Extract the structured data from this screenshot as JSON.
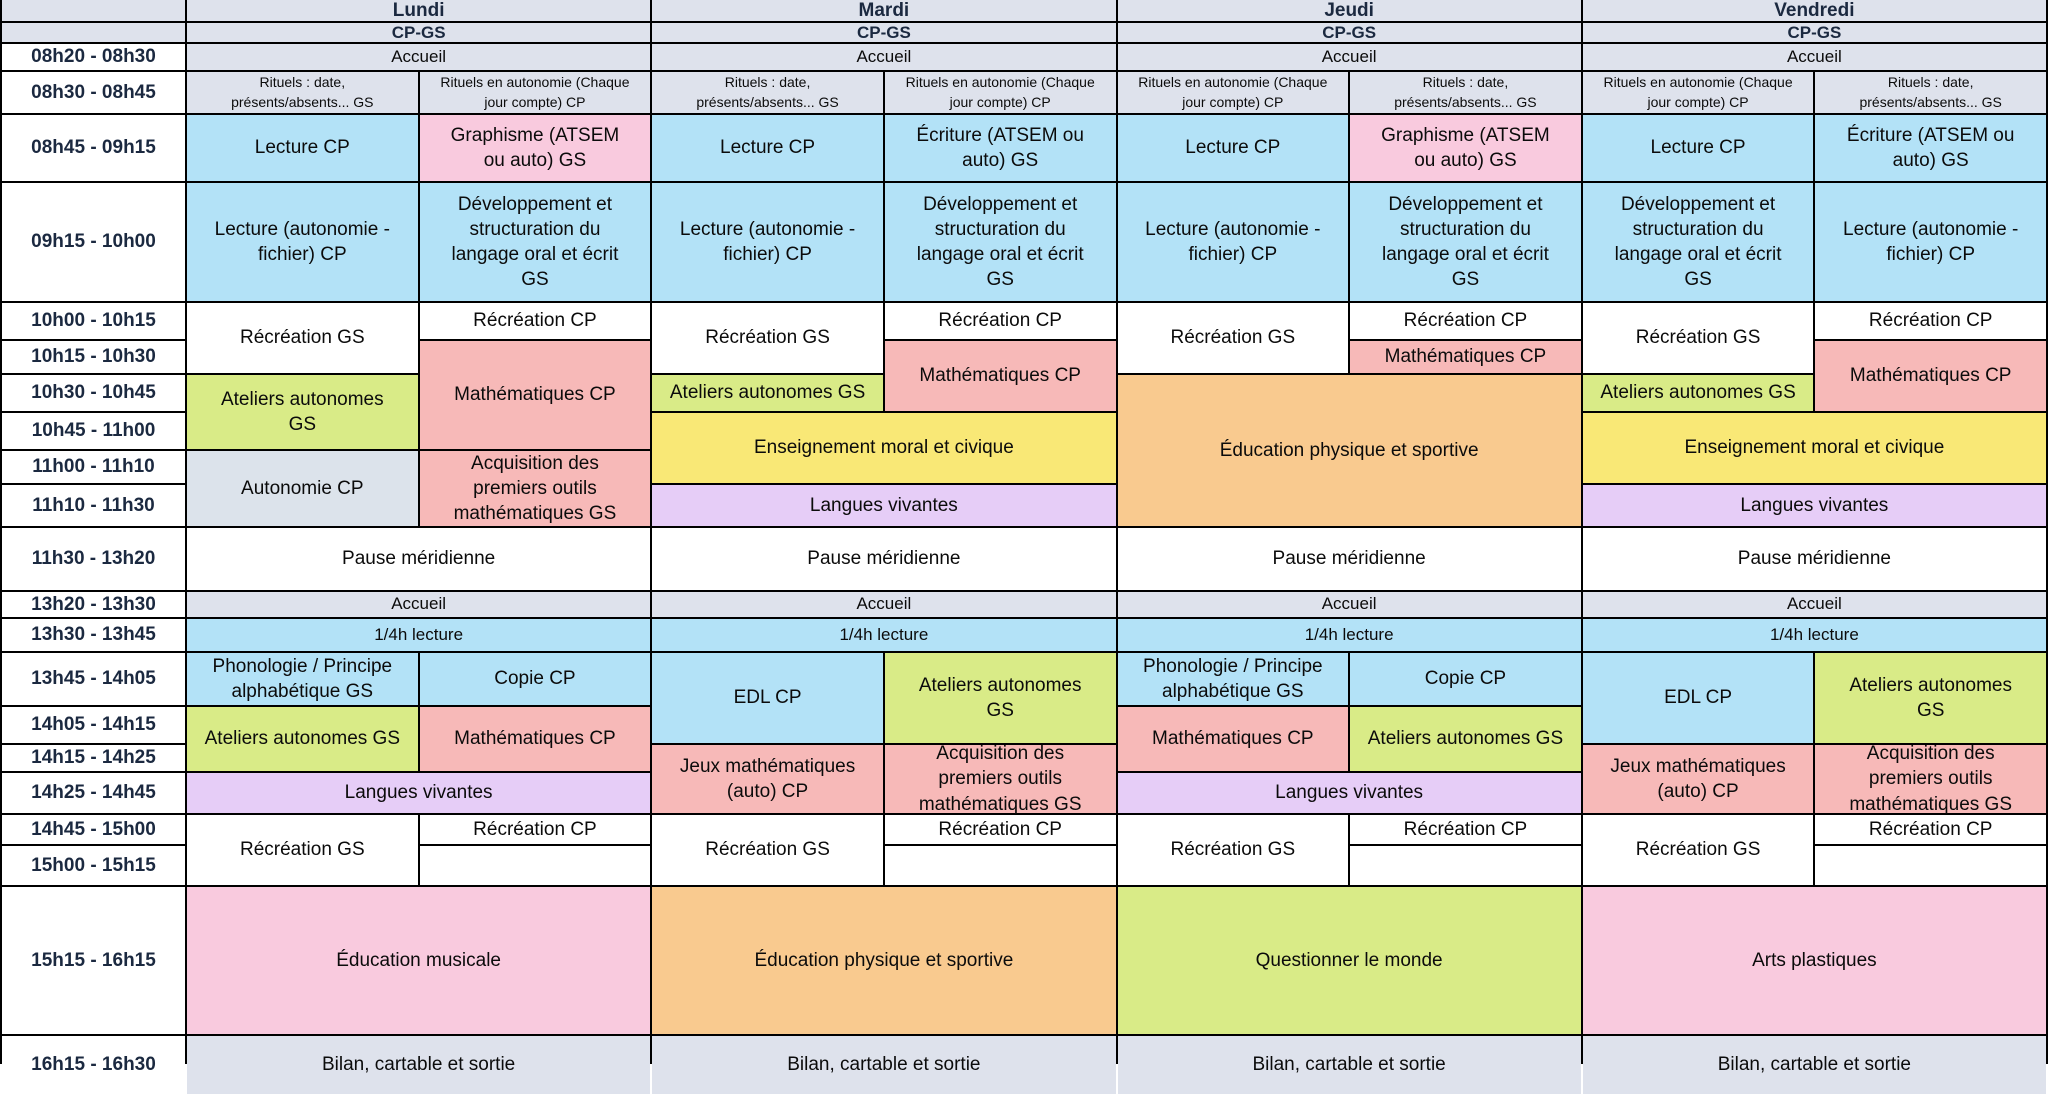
{
  "palette": {
    "blue": "#b3e2f7",
    "pink": "#f9cade",
    "salmon": "#f7b9b8",
    "green": "#d9eb87",
    "yellow": "#f9e876",
    "purple": "#e6cdf7",
    "orange": "#f9ca8f",
    "gray": "#dee2ec",
    "grayblue": "#dce3eb",
    "white": "#ffffff"
  },
  "text_colors": {
    "heading": "#1b2940",
    "cell": "#0b0b0b",
    "grid_line": "#000000"
  },
  "days": [
    {
      "label": "Lundi",
      "group": "CP-GS"
    },
    {
      "label": "Mardi",
      "group": "CP-GS"
    },
    {
      "label": "Jeudi",
      "group": "CP-GS"
    },
    {
      "label": "Vendredi",
      "group": "CP-GS"
    }
  ],
  "time_slots": [
    {
      "label": "08h20 - 08h30"
    },
    {
      "label": "08h30 - 08h45"
    },
    {
      "label": "08h45 - 09h15"
    },
    {
      "label": "09h15 - 10h00"
    },
    {
      "label": "10h00 - 10h15"
    },
    {
      "label": "10h15 - 10h30"
    },
    {
      "label": "10h30 - 10h45"
    },
    {
      "label": "10h45 - 11h00"
    },
    {
      "label": "11h00 - 11h10"
    },
    {
      "label": "11h10 - 11h30"
    },
    {
      "label": "11h30 - 13h20"
    },
    {
      "label": "13h20 - 13h30"
    },
    {
      "label": "13h30 - 13h45"
    },
    {
      "label": "13h45 - 14h05"
    },
    {
      "label": "14h05 - 14h15"
    },
    {
      "label": "14h15 - 14h25"
    },
    {
      "label": "14h25 - 14h45"
    },
    {
      "label": "14h45 - 15h00"
    },
    {
      "label": "15h00 - 15h15"
    },
    {
      "label": "15h15 - 16h15"
    },
    {
      "label": "16h15 - 16h30"
    }
  ],
  "cells": [
    {
      "day": 0,
      "side": "F",
      "row": 3,
      "rowspan": 1,
      "bg": "gray",
      "size": "rg",
      "label": "Accueil"
    },
    {
      "day": 0,
      "side": "L",
      "row": 4,
      "rowspan": 1,
      "bg": "gray",
      "size": "sm",
      "label": "Rituels : date,\nprésents/absents... GS"
    },
    {
      "day": 0,
      "side": "R",
      "row": 4,
      "rowspan": 1,
      "bg": "gray",
      "size": "sm",
      "label": "Rituels en autonomie (Chaque\njour compte) CP"
    },
    {
      "day": 0,
      "side": "L",
      "row": 5,
      "rowspan": 1,
      "bg": "blue",
      "size": "md",
      "label": "Lecture CP"
    },
    {
      "day": 0,
      "side": "R",
      "row": 5,
      "rowspan": 1,
      "bg": "pink",
      "size": "md",
      "label": "Graphisme (ATSEM\nou auto) GS"
    },
    {
      "day": 0,
      "side": "L",
      "row": 6,
      "rowspan": 1,
      "bg": "blue",
      "size": "md",
      "label": "Lecture (autonomie -\nfichier) CP"
    },
    {
      "day": 0,
      "side": "R",
      "row": 6,
      "rowspan": 1,
      "bg": "blue",
      "size": "md",
      "label": "Développement et\nstructuration du\nlangage oral et écrit\nGS"
    },
    {
      "day": 0,
      "side": "L",
      "row": 7,
      "rowspan": 2,
      "bg": "white",
      "size": "md",
      "label": "Récréation GS"
    },
    {
      "day": 0,
      "side": "R",
      "row": 7,
      "rowspan": 1,
      "bg": "white",
      "size": "md",
      "label": "Récréation CP"
    },
    {
      "day": 0,
      "side": "R",
      "row": 8,
      "rowspan": 3,
      "bg": "salmon",
      "size": "md",
      "label": "Mathématiques CP"
    },
    {
      "day": 0,
      "side": "L",
      "row": 9,
      "rowspan": 2,
      "bg": "green",
      "size": "md",
      "label": "Ateliers autonomes\nGS"
    },
    {
      "day": 0,
      "side": "L",
      "row": 11,
      "rowspan": 2,
      "bg": "grayblue",
      "size": "md",
      "label": "Autonomie CP"
    },
    {
      "day": 0,
      "side": "R",
      "row": 11,
      "rowspan": 2,
      "bg": "salmon",
      "size": "md",
      "label": "Acquisition des\npremiers outils\nmathématiques GS"
    },
    {
      "day": 0,
      "side": "F",
      "row": 13,
      "rowspan": 1,
      "bg": "white",
      "size": "md",
      "label": "Pause méridienne"
    },
    {
      "day": 0,
      "side": "F",
      "row": 14,
      "rowspan": 1,
      "bg": "gray",
      "size": "rg",
      "label": "Accueil"
    },
    {
      "day": 0,
      "side": "F",
      "row": 15,
      "rowspan": 1,
      "bg": "blue",
      "size": "rg",
      "label": "1/4h lecture"
    },
    {
      "day": 0,
      "side": "L",
      "row": 16,
      "rowspan": 1,
      "bg": "blue",
      "size": "md",
      "label": "Phonologie / Principe\nalphabétique GS"
    },
    {
      "day": 0,
      "side": "R",
      "row": 16,
      "rowspan": 1,
      "bg": "blue",
      "size": "md",
      "label": "Copie CP"
    },
    {
      "day": 0,
      "side": "L",
      "row": 17,
      "rowspan": 2,
      "bg": "green",
      "size": "md",
      "label": "Ateliers autonomes GS"
    },
    {
      "day": 0,
      "side": "R",
      "row": 17,
      "rowspan": 2,
      "bg": "salmon",
      "size": "md",
      "label": "Mathématiques CP"
    },
    {
      "day": 0,
      "side": "F",
      "row": 19,
      "rowspan": 1,
      "bg": "purple",
      "size": "md",
      "label": "Langues vivantes"
    },
    {
      "day": 0,
      "side": "L",
      "row": 20,
      "rowspan": 2,
      "bg": "white",
      "size": "md",
      "label": "Récréation GS"
    },
    {
      "day": 0,
      "side": "R",
      "row": 20,
      "rowspan": 1,
      "bg": "white",
      "size": "md",
      "label": "Récréation CP"
    },
    {
      "day": 0,
      "side": "R",
      "row": 21,
      "rowspan": 1,
      "bg": "white",
      "size": "md",
      "label": ""
    },
    {
      "day": 0,
      "side": "F",
      "row": 22,
      "rowspan": 1,
      "bg": "pink",
      "size": "md",
      "label": "Éducation musicale"
    },
    {
      "day": 0,
      "side": "F",
      "row": 23,
      "rowspan": 1,
      "bg": "gray",
      "size": "md",
      "label": "Bilan, cartable et sortie"
    },
    {
      "day": 1,
      "side": "F",
      "row": 3,
      "rowspan": 1,
      "bg": "gray",
      "size": "rg",
      "label": "Accueil"
    },
    {
      "day": 1,
      "side": "L",
      "row": 4,
      "rowspan": 1,
      "bg": "gray",
      "size": "sm",
      "label": "Rituels : date,\nprésents/absents... GS"
    },
    {
      "day": 1,
      "side": "R",
      "row": 4,
      "rowspan": 1,
      "bg": "gray",
      "size": "sm",
      "label": "Rituels en autonomie (Chaque\njour compte) CP"
    },
    {
      "day": 1,
      "side": "L",
      "row": 5,
      "rowspan": 1,
      "bg": "blue",
      "size": "md",
      "label": "Lecture CP"
    },
    {
      "day": 1,
      "side": "R",
      "row": 5,
      "rowspan": 1,
      "bg": "blue",
      "size": "md",
      "label": "Écriture (ATSEM ou\nauto) GS"
    },
    {
      "day": 1,
      "side": "L",
      "row": 6,
      "rowspan": 1,
      "bg": "blue",
      "size": "md",
      "label": "Lecture (autonomie -\nfichier) CP"
    },
    {
      "day": 1,
      "side": "R",
      "row": 6,
      "rowspan": 1,
      "bg": "blue",
      "size": "md",
      "label": "Développement et\nstructuration du\nlangage oral et écrit\nGS"
    },
    {
      "day": 1,
      "side": "L",
      "row": 7,
      "rowspan": 2,
      "bg": "white",
      "size": "md",
      "label": "Récréation GS"
    },
    {
      "day": 1,
      "side": "R",
      "row": 7,
      "rowspan": 1,
      "bg": "white",
      "size": "md",
      "label": "Récréation CP"
    },
    {
      "day": 1,
      "side": "R",
      "row": 8,
      "rowspan": 2,
      "bg": "salmon",
      "size": "md",
      "label": "Mathématiques CP"
    },
    {
      "day": 1,
      "side": "L",
      "row": 9,
      "rowspan": 1,
      "bg": "green",
      "size": "md",
      "label": "Ateliers autonomes GS"
    },
    {
      "day": 1,
      "side": "F",
      "row": 10,
      "rowspan": 2,
      "bg": "yellow",
      "size": "md",
      "label": "Enseignement moral et civique"
    },
    {
      "day": 1,
      "side": "F",
      "row": 12,
      "rowspan": 1,
      "bg": "purple",
      "size": "md",
      "label": "Langues vivantes"
    },
    {
      "day": 1,
      "side": "F",
      "row": 13,
      "rowspan": 1,
      "bg": "white",
      "size": "md",
      "label": "Pause méridienne"
    },
    {
      "day": 1,
      "side": "F",
      "row": 14,
      "rowspan": 1,
      "bg": "gray",
      "size": "rg",
      "label": "Accueil"
    },
    {
      "day": 1,
      "side": "F",
      "row": 15,
      "rowspan": 1,
      "bg": "blue",
      "size": "rg",
      "label": "1/4h lecture"
    },
    {
      "day": 1,
      "side": "L",
      "row": 16,
      "rowspan": 2,
      "bg": "blue",
      "size": "md",
      "label": "EDL CP"
    },
    {
      "day": 1,
      "side": "R",
      "row": 16,
      "rowspan": 2,
      "bg": "green",
      "size": "md",
      "label": "Ateliers autonomes\nGS"
    },
    {
      "day": 1,
      "side": "L",
      "row": 18,
      "rowspan": 2,
      "bg": "salmon",
      "size": "md",
      "label": "Jeux mathématiques\n(auto) CP"
    },
    {
      "day": 1,
      "side": "R",
      "row": 18,
      "rowspan": 2,
      "bg": "salmon",
      "size": "md",
      "label": "Acquisition des\npremiers outils\nmathématiques GS"
    },
    {
      "day": 1,
      "side": "L",
      "row": 20,
      "rowspan": 2,
      "bg": "white",
      "size": "md",
      "label": "Récréation GS"
    },
    {
      "day": 1,
      "side": "R",
      "row": 20,
      "rowspan": 1,
      "bg": "white",
      "size": "md",
      "label": "Récréation CP"
    },
    {
      "day": 1,
      "side": "R",
      "row": 21,
      "rowspan": 1,
      "bg": "white",
      "size": "md",
      "label": ""
    },
    {
      "day": 1,
      "side": "F",
      "row": 22,
      "rowspan": 1,
      "bg": "orange",
      "size": "md",
      "label": "Éducation physique et sportive"
    },
    {
      "day": 1,
      "side": "F",
      "row": 23,
      "rowspan": 1,
      "bg": "gray",
      "size": "md",
      "label": "Bilan, cartable et sortie"
    },
    {
      "day": 2,
      "side": "F",
      "row": 3,
      "rowspan": 1,
      "bg": "gray",
      "size": "rg",
      "label": "Accueil"
    },
    {
      "day": 2,
      "side": "L",
      "row": 4,
      "rowspan": 1,
      "bg": "gray",
      "size": "sm",
      "label": "Rituels en autonomie (Chaque\njour compte) CP"
    },
    {
      "day": 2,
      "side": "R",
      "row": 4,
      "rowspan": 1,
      "bg": "gray",
      "size": "sm",
      "label": "Rituels : date,\nprésents/absents... GS"
    },
    {
      "day": 2,
      "side": "L",
      "row": 5,
      "rowspan": 1,
      "bg": "blue",
      "size": "md",
      "label": "Lecture CP"
    },
    {
      "day": 2,
      "side": "R",
      "row": 5,
      "rowspan": 1,
      "bg": "pink",
      "size": "md",
      "label": "Graphisme (ATSEM\nou auto) GS"
    },
    {
      "day": 2,
      "side": "L",
      "row": 6,
      "rowspan": 1,
      "bg": "blue",
      "size": "md",
      "label": "Lecture (autonomie -\nfichier) CP"
    },
    {
      "day": 2,
      "side": "R",
      "row": 6,
      "rowspan": 1,
      "bg": "blue",
      "size": "md",
      "label": "Développement et\nstructuration du\nlangage oral et écrit\nGS"
    },
    {
      "day": 2,
      "side": "L",
      "row": 7,
      "rowspan": 2,
      "bg": "white",
      "size": "md",
      "label": "Récréation GS"
    },
    {
      "day": 2,
      "side": "R",
      "row": 7,
      "rowspan": 1,
      "bg": "white",
      "size": "md",
      "label": "Récréation CP"
    },
    {
      "day": 2,
      "side": "R",
      "row": 8,
      "rowspan": 1,
      "bg": "salmon",
      "size": "md",
      "label": "Mathématiques CP"
    },
    {
      "day": 2,
      "side": "F",
      "row": 9,
      "rowspan": 4,
      "bg": "orange",
      "size": "md",
      "label": "Éducation physique et sportive"
    },
    {
      "day": 2,
      "side": "F",
      "row": 13,
      "rowspan": 1,
      "bg": "white",
      "size": "md",
      "label": "Pause méridienne"
    },
    {
      "day": 2,
      "side": "F",
      "row": 14,
      "rowspan": 1,
      "bg": "gray",
      "size": "rg",
      "label": "Accueil"
    },
    {
      "day": 2,
      "side": "F",
      "row": 15,
      "rowspan": 1,
      "bg": "blue",
      "size": "rg",
      "label": "1/4h lecture"
    },
    {
      "day": 2,
      "side": "L",
      "row": 16,
      "rowspan": 1,
      "bg": "blue",
      "size": "md",
      "label": "Phonologie / Principe\nalphabétique GS"
    },
    {
      "day": 2,
      "side": "R",
      "row": 16,
      "rowspan": 1,
      "bg": "blue",
      "size": "md",
      "label": "Copie CP"
    },
    {
      "day": 2,
      "side": "L",
      "row": 17,
      "rowspan": 2,
      "bg": "salmon",
      "size": "md",
      "label": "Mathématiques CP"
    },
    {
      "day": 2,
      "side": "R",
      "row": 17,
      "rowspan": 2,
      "bg": "green",
      "size": "md",
      "label": "Ateliers autonomes GS"
    },
    {
      "day": 2,
      "side": "F",
      "row": 19,
      "rowspan": 1,
      "bg": "purple",
      "size": "md",
      "label": "Langues vivantes"
    },
    {
      "day": 2,
      "side": "L",
      "row": 20,
      "rowspan": 2,
      "bg": "white",
      "size": "md",
      "label": "Récréation GS"
    },
    {
      "day": 2,
      "side": "R",
      "row": 20,
      "rowspan": 1,
      "bg": "white",
      "size": "md",
      "label": "Récréation CP"
    },
    {
      "day": 2,
      "side": "R",
      "row": 21,
      "rowspan": 1,
      "bg": "white",
      "size": "md",
      "label": ""
    },
    {
      "day": 2,
      "side": "F",
      "row": 22,
      "rowspan": 1,
      "bg": "green",
      "size": "md",
      "label": "Questionner le monde"
    },
    {
      "day": 2,
      "side": "F",
      "row": 23,
      "rowspan": 1,
      "bg": "gray",
      "size": "md",
      "label": "Bilan, cartable et sortie"
    },
    {
      "day": 3,
      "side": "F",
      "row": 3,
      "rowspan": 1,
      "bg": "gray",
      "size": "rg",
      "label": "Accueil"
    },
    {
      "day": 3,
      "side": "L",
      "row": 4,
      "rowspan": 1,
      "bg": "gray",
      "size": "sm",
      "label": "Rituels en autonomie (Chaque\njour compte) CP"
    },
    {
      "day": 3,
      "side": "R",
      "row": 4,
      "rowspan": 1,
      "bg": "gray",
      "size": "sm",
      "label": "Rituels : date,\nprésents/absents... GS"
    },
    {
      "day": 3,
      "side": "L",
      "row": 5,
      "rowspan": 1,
      "bg": "blue",
      "size": "md",
      "label": "Lecture CP"
    },
    {
      "day": 3,
      "side": "R",
      "row": 5,
      "rowspan": 1,
      "bg": "blue",
      "size": "md",
      "label": "Écriture (ATSEM ou\nauto) GS"
    },
    {
      "day": 3,
      "side": "L",
      "row": 6,
      "rowspan": 1,
      "bg": "blue",
      "size": "md",
      "label": "Développement et\nstructuration du\nlangage oral et écrit\nGS"
    },
    {
      "day": 3,
      "side": "R",
      "row": 6,
      "rowspan": 1,
      "bg": "blue",
      "size": "md",
      "label": "Lecture (autonomie -\nfichier) CP"
    },
    {
      "day": 3,
      "side": "L",
      "row": 7,
      "rowspan": 2,
      "bg": "white",
      "size": "md",
      "label": "Récréation GS"
    },
    {
      "day": 3,
      "side": "R",
      "row": 7,
      "rowspan": 1,
      "bg": "white",
      "size": "md",
      "label": "Récréation CP"
    },
    {
      "day": 3,
      "side": "R",
      "row": 8,
      "rowspan": 2,
      "bg": "salmon",
      "size": "md",
      "label": "Mathématiques CP"
    },
    {
      "day": 3,
      "side": "L",
      "row": 9,
      "rowspan": 1,
      "bg": "green",
      "size": "md",
      "label": "Ateliers autonomes GS"
    },
    {
      "day": 3,
      "side": "F",
      "row": 10,
      "rowspan": 2,
      "bg": "yellow",
      "size": "md",
      "label": "Enseignement moral et civique"
    },
    {
      "day": 3,
      "side": "F",
      "row": 12,
      "rowspan": 1,
      "bg": "purple",
      "size": "md",
      "label": "Langues vivantes"
    },
    {
      "day": 3,
      "side": "F",
      "row": 13,
      "rowspan": 1,
      "bg": "white",
      "size": "md",
      "label": "Pause méridienne"
    },
    {
      "day": 3,
      "side": "F",
      "row": 14,
      "rowspan": 1,
      "bg": "gray",
      "size": "rg",
      "label": "Accueil"
    },
    {
      "day": 3,
      "side": "F",
      "row": 15,
      "rowspan": 1,
      "bg": "blue",
      "size": "rg",
      "label": "1/4h lecture"
    },
    {
      "day": 3,
      "side": "L",
      "row": 16,
      "rowspan": 2,
      "bg": "blue",
      "size": "md",
      "label": "EDL CP"
    },
    {
      "day": 3,
      "side": "R",
      "row": 16,
      "rowspan": 2,
      "bg": "green",
      "size": "md",
      "label": "Ateliers autonomes\nGS"
    },
    {
      "day": 3,
      "side": "L",
      "row": 18,
      "rowspan": 2,
      "bg": "salmon",
      "size": "md",
      "label": "Jeux mathématiques\n(auto) CP"
    },
    {
      "day": 3,
      "side": "R",
      "row": 18,
      "rowspan": 2,
      "bg": "salmon",
      "size": "md",
      "label": "Acquisition des\npremiers outils\nmathématiques GS"
    },
    {
      "day": 3,
      "side": "L",
      "row": 20,
      "rowspan": 2,
      "bg": "white",
      "size": "md",
      "label": "Récréation GS"
    },
    {
      "day": 3,
      "side": "R",
      "row": 20,
      "rowspan": 1,
      "bg": "white",
      "size": "md",
      "label": "Récréation CP"
    },
    {
      "day": 3,
      "side": "R",
      "row": 21,
      "rowspan": 1,
      "bg": "white",
      "size": "md",
      "label": ""
    },
    {
      "day": 3,
      "side": "F",
      "row": 22,
      "rowspan": 1,
      "bg": "pink",
      "size": "md",
      "label": "Arts plastiques"
    },
    {
      "day": 3,
      "side": "F",
      "row": 23,
      "rowspan": 1,
      "bg": "gray",
      "size": "md",
      "label": "Bilan, cartable et sortie"
    }
  ]
}
